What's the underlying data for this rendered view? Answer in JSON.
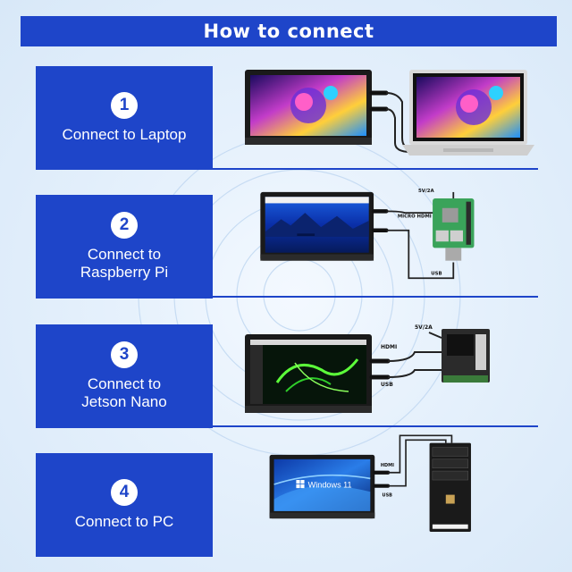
{
  "header": {
    "title": "How to connect"
  },
  "steps": [
    {
      "number": "1",
      "label_lines": [
        "Connect to Laptop"
      ]
    },
    {
      "number": "2",
      "label_lines": [
        "Connect to",
        "Raspberry Pi"
      ],
      "tags": [
        "5V/2A",
        "MICRO HDMI",
        "USB"
      ]
    },
    {
      "number": "3",
      "label_lines": [
        "Connect to",
        "Jetson Nano"
      ],
      "tags": [
        "5V/2A",
        "HDMI",
        "USB"
      ]
    },
    {
      "number": "4",
      "label_lines": [
        "Connect to PC"
      ],
      "tags": [
        "HDMI",
        "USB"
      ],
      "screen_text": "Windows 11"
    }
  ],
  "colors": {
    "brand_blue": "#1e45c9",
    "background": "#e6f1fc"
  }
}
